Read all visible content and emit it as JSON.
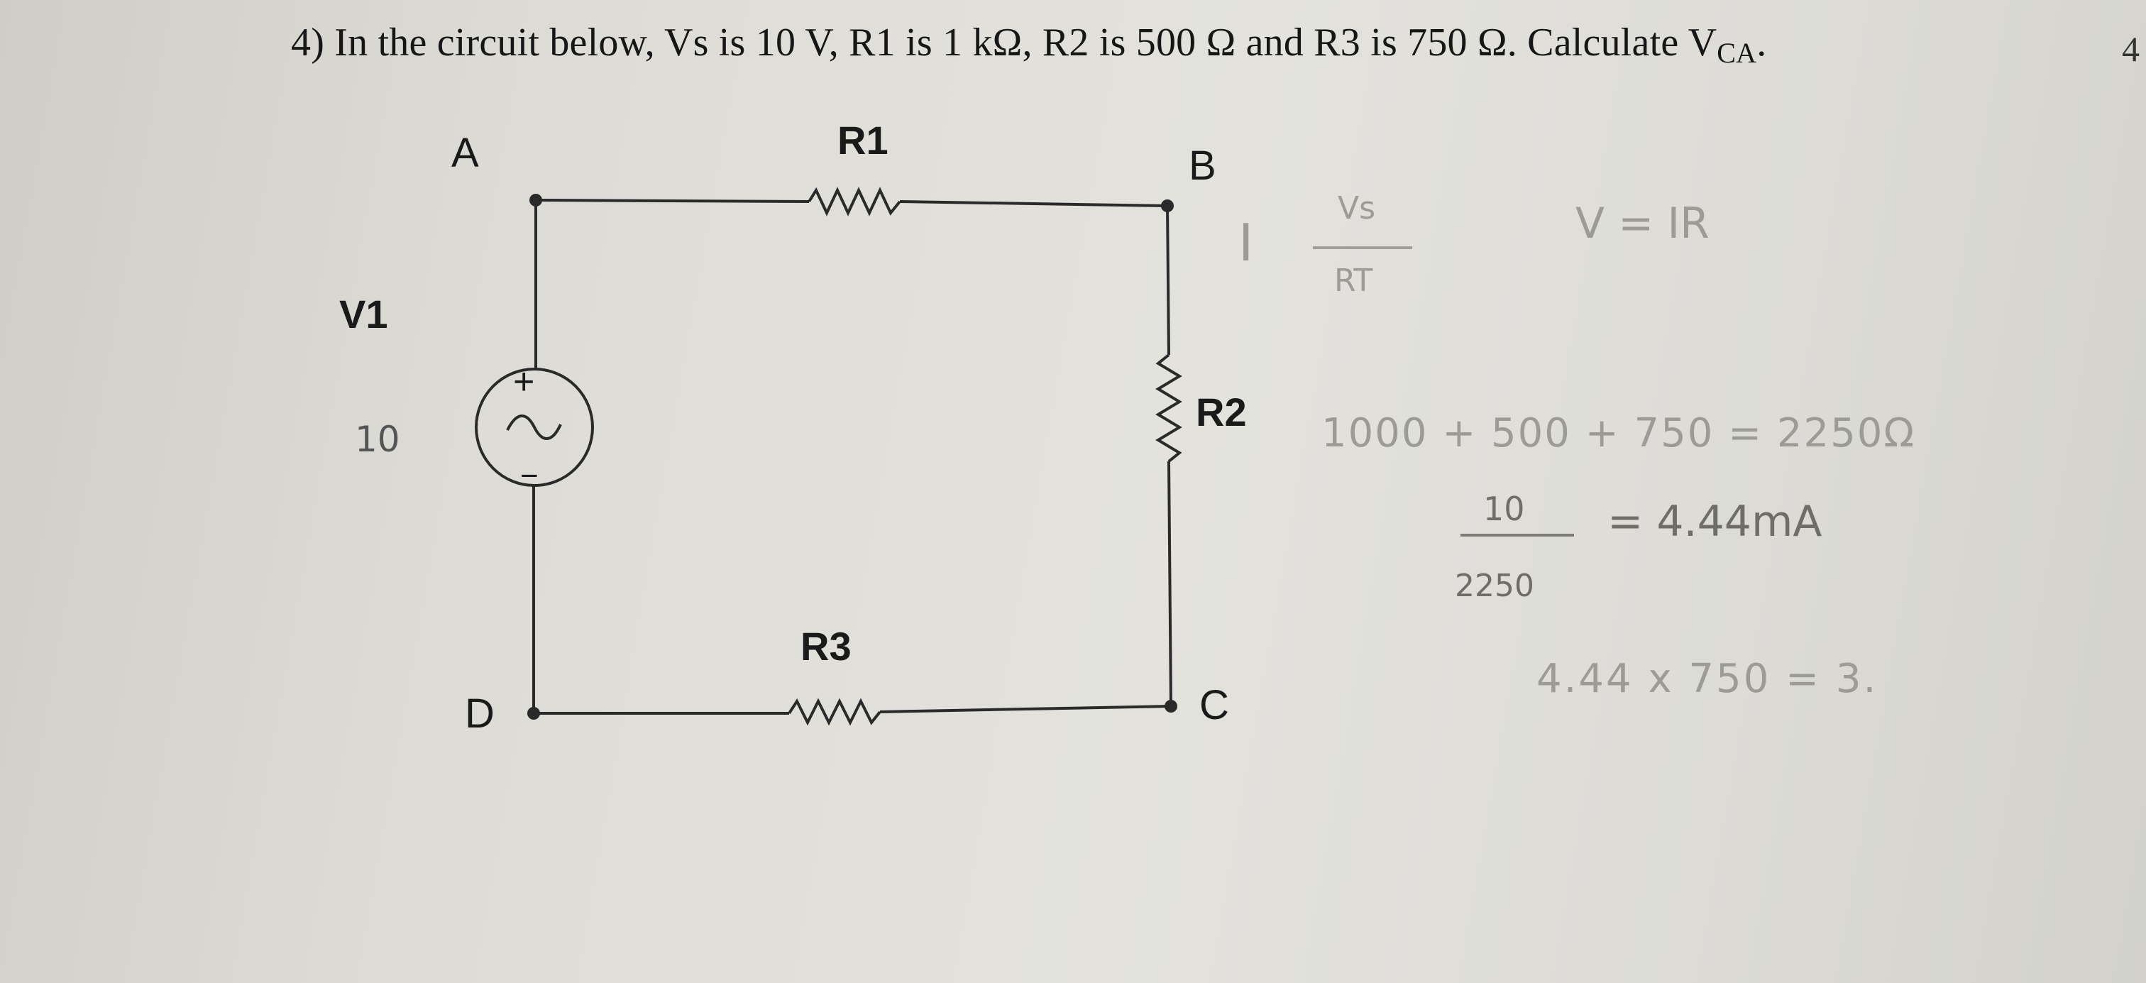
{
  "question": {
    "text": "4) In the circuit below, Vs is 10 V, R1 is  1 kΩ, R2 is 500 Ω and R3 is 750 Ω.  Calculate V",
    "subscript": "CA",
    "end": "."
  },
  "corner_mark": "4",
  "circuit": {
    "nodes": {
      "a": "A",
      "b": "B",
      "c": "C",
      "d": "D"
    },
    "parts": {
      "r1": "R1",
      "r2": "R2",
      "r3": "R3",
      "v1": "V1"
    },
    "source_symbols": {
      "plus": "+",
      "wave": "~",
      "minus": "−"
    }
  },
  "handwriting": {
    "source_value": "10",
    "current_symbol": "I",
    "fraction_numerator": "Vs",
    "fraction_denominator": "RT",
    "ohms_law": "V = IR",
    "total_resistance": "1000 + 500 + 750 = 2250Ω",
    "current_numerator": "10",
    "current_denominator": "2250",
    "current_result": "= 4.44mA",
    "voltage_calc": "4.44 x 750 = 3."
  },
  "colors": {
    "ink": "#161616",
    "pencil": "#6e6d68",
    "paper": "#dedcd6"
  }
}
